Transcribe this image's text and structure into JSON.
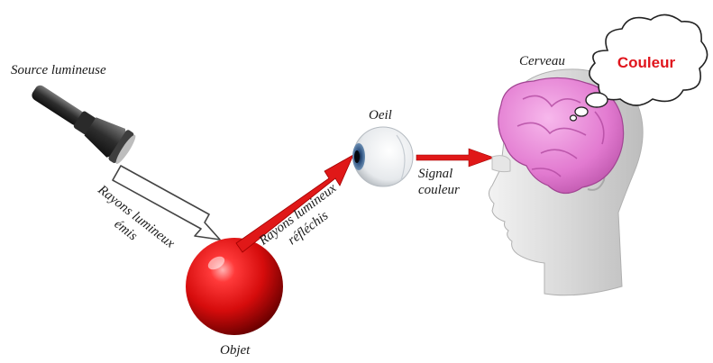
{
  "labels": {
    "source": "Source lumineuse",
    "objet": "Objet",
    "oeil": "Oeil",
    "cerveau": "Cerveau",
    "signal_line1": "Signal",
    "signal_line2": "couleur",
    "emis_line1": "Rayons lumineux",
    "emis_line2": "émis",
    "reflechis_line1": "Rayons lumineux",
    "reflechis_line2": "réfléchis"
  },
  "thought": "Couleur",
  "colors": {
    "object": "#e01010",
    "reflected_arrow": "#e01818",
    "signal_arrow": "#e01818",
    "brain": "#e27ad0",
    "thought_text": "#e0141c",
    "flashlight": "#3a3a3a"
  },
  "icons": {
    "source": "flashlight-icon",
    "eye": "eye-icon",
    "head": "head-icon",
    "brain": "brain-icon",
    "cloud": "thought-cloud-icon"
  }
}
